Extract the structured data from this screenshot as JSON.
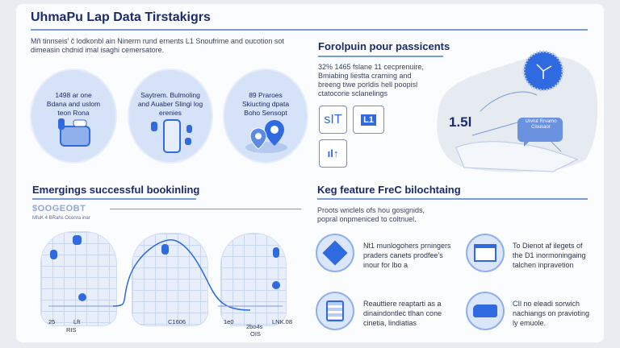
{
  "title": "UhmaPu Lap Data Tirstakigrs",
  "intro": "Mñ tinnseis' č lodkonbl ain Ninerm rund ernents L1 Snoufrime and oucotion sot dimeasin chdnid imal isaghi cemersatore.",
  "circles": [
    {
      "label": "1498 ar one Bdana and uslom teon Rona",
      "icon": "printer-icon"
    },
    {
      "label": "Saytrem. Bulmoling and Auaber Slingi log erenies",
      "icon": "bottle-icon"
    },
    {
      "label": "89 Praroes Skiucting dpata Boho Sensopt",
      "icon": "location-pin-icon"
    }
  ],
  "right_top": {
    "heading": "Forolpuin pour passicents",
    "text": "32% 1465 fslane 11 cecprenuire, Bmiabing liestta craming and breeng tiwe porldis hell poopisl ctatocorie sclanelings",
    "icons": [
      {
        "label": "sIT"
      },
      {
        "label": "L1"
      },
      {
        "label": "ıl↑"
      }
    ],
    "map_value": "1.5l",
    "map_bubble": "Urvrut Rrvamo Cisusaor",
    "accent": "#2f6ae0"
  },
  "bottom_left": {
    "heading": "Emergings successful bookinling",
    "logo_text": "$OOGEOBT",
    "subtext": "MfuK 4 BRahs Oconra inar",
    "axis_labels": [
      "25",
      "RIS",
      "Lft",
      "C1606",
      "1e0",
      "2bo4s",
      "OIS",
      "LNK.08"
    ]
  },
  "bottom_right": {
    "heading": "Keg feature FreC bilochtaing",
    "text": "Proots wriclels ofs hou gosignids, popral onpmeniced to coltnuel.",
    "features": [
      {
        "text": "Nt1 munlogohers prningers praders canets prodfee's inour for lbo a",
        "icon": "diamond-icon"
      },
      {
        "text": "To Dienot af ilegets of the D1 inormoningaing talchen inpravetion",
        "icon": "window-icon"
      },
      {
        "text": "Reauttiere reaptarti as a dinaindontlec tlhan cone cinetia, lindiatias",
        "icon": "server-icon"
      },
      {
        "text": "CIl no eleadi sorwich nachiangs on pravioting ly emuole.",
        "icon": "train-icon"
      }
    ]
  }
}
